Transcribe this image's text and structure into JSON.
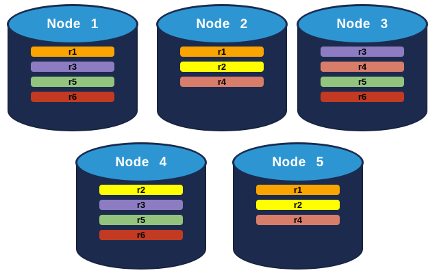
{
  "diagram": {
    "description": "Five database node cylinders showing replica placement",
    "colors": {
      "cylinder_body": "#1C2B4D",
      "cylinder_top": "#2D96D2",
      "cylinder_border": "#1A2C50",
      "node_label_text": "#FFFFFF",
      "replica_label_text": "#000000",
      "replicas": {
        "r1": "#F9A400",
        "r2": "#FFFF00",
        "r3": "#8E7CC3",
        "r4": "#D97D6B",
        "r5": "#93C47D",
        "r6": "#C23A21"
      }
    },
    "nodes": [
      {
        "label": "Node 1",
        "replicas": [
          "r1",
          "r3",
          "r5",
          "r6"
        ]
      },
      {
        "label": "Node 2",
        "replicas": [
          "r1",
          "r2",
          "r4"
        ]
      },
      {
        "label": "Node 3",
        "replicas": [
          "r3",
          "r4",
          "r5",
          "r6"
        ]
      },
      {
        "label": "Node 4",
        "replicas": [
          "r2",
          "r3",
          "r5",
          "r6"
        ]
      },
      {
        "label": "Node 5",
        "replicas": [
          "r1",
          "r2",
          "r4"
        ]
      }
    ]
  }
}
